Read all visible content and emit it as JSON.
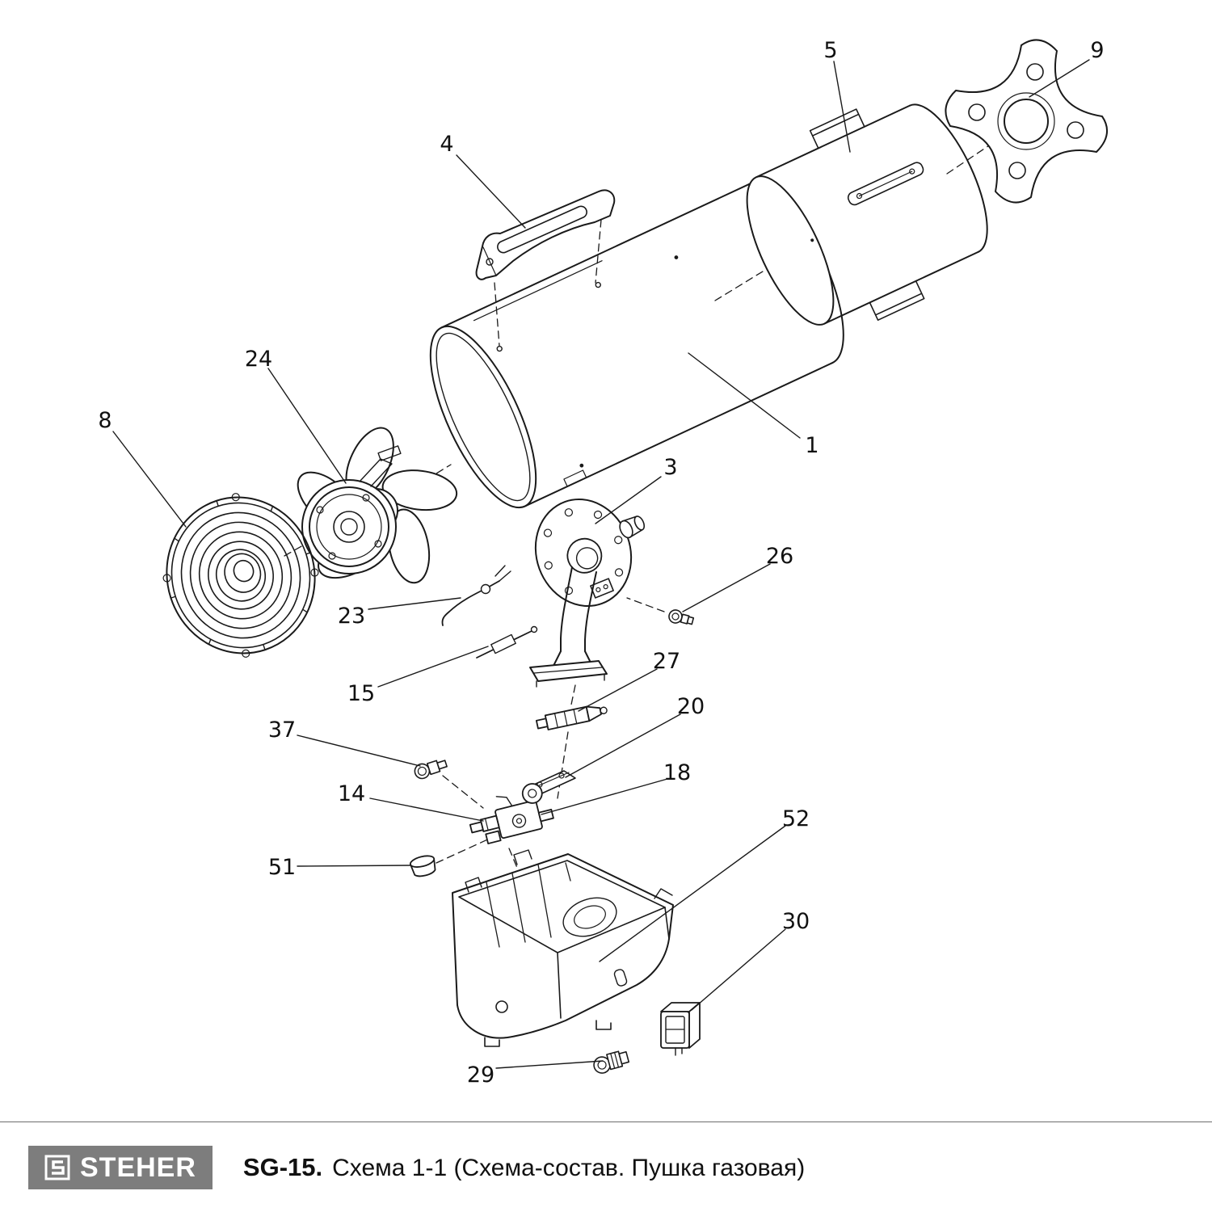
{
  "parts": [
    {
      "number": "1"
    },
    {
      "number": "3"
    },
    {
      "number": "4"
    },
    {
      "number": "5"
    },
    {
      "number": "8"
    },
    {
      "number": "9"
    },
    {
      "number": "14"
    },
    {
      "number": "15"
    },
    {
      "number": "18"
    },
    {
      "number": "20"
    },
    {
      "number": "23"
    },
    {
      "number": "24"
    },
    {
      "number": "26"
    },
    {
      "number": "27"
    },
    {
      "number": "29"
    },
    {
      "number": "30"
    },
    {
      "number": "37"
    },
    {
      "number": "51"
    },
    {
      "number": "52"
    }
  ],
  "footer": {
    "brand": "STEHER",
    "model": "SG-15.",
    "caption": "Схема 1-1 (Схема-состав. Пушка газовая)"
  },
  "colors": {
    "line": "#1a1a1a",
    "background": "#ffffff",
    "logo_bg": "#7d7d7d",
    "logo_text": "#ffffff"
  }
}
